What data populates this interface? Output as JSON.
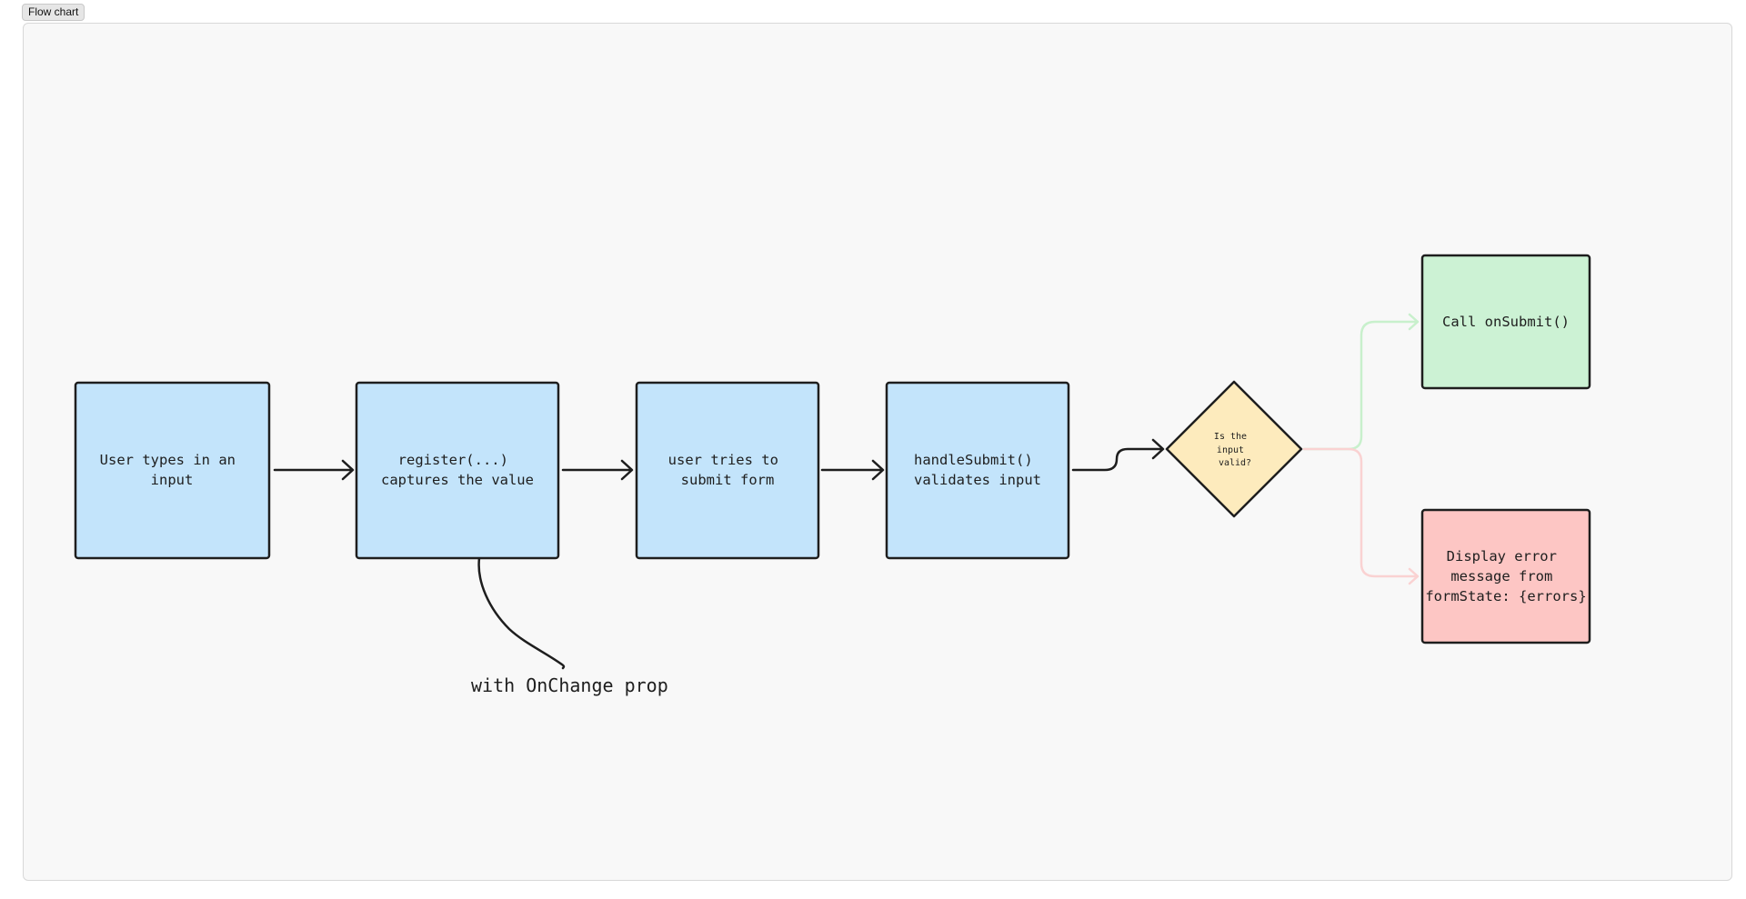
{
  "toolbar": {
    "diagram_tab_label": "Flow chart"
  },
  "colors": {
    "process_fill": "#c3e4fb",
    "decision_fill": "#fdebbd",
    "success_fill": "#ccf2d4",
    "error_fill": "#fdc6c4",
    "stroke": "#1e1e1e"
  },
  "nodes": {
    "user_types": {
      "lines": [
        "User types in an",
        "input"
      ]
    },
    "register": {
      "lines": [
        "register(...)",
        "captures the value"
      ]
    },
    "user_submits": {
      "lines": [
        "user tries to",
        "submit form"
      ]
    },
    "handle_submit": {
      "lines": [
        "handleSubmit()",
        "validates input"
      ]
    },
    "decision": {
      "lines": [
        "Is the",
        "input",
        "valid?"
      ]
    },
    "call_on_submit": {
      "lines": [
        "Call onSubmit()"
      ]
    },
    "display_error": {
      "lines": [
        "Display error",
        "message from",
        "formState: {errors}"
      ]
    }
  },
  "annotation": {
    "text": "with OnChange prop"
  }
}
